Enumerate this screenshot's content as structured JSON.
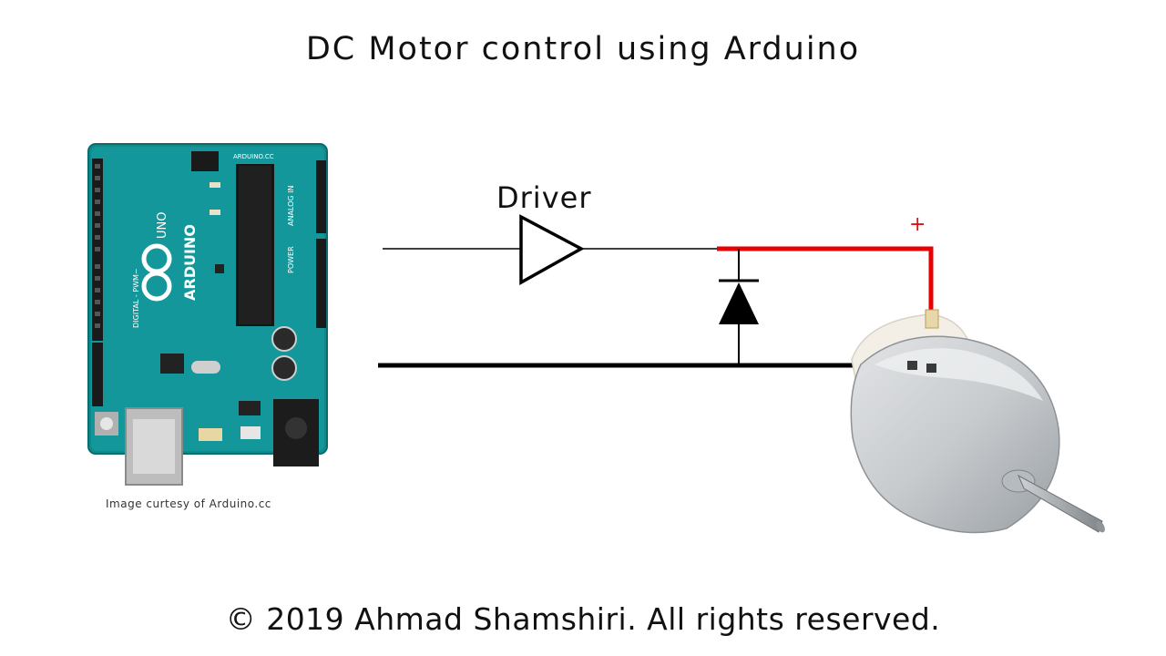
{
  "title": "DC Motor control using Arduino",
  "driver_label": "Driver",
  "polarity_label": "+",
  "image_credit": "Image curtesy of Arduino.cc",
  "footer": "© 2019 Ahmad Shamshiri. All rights reserved.",
  "arduino": {
    "brand": "ARDUINO",
    "model": "UNO",
    "digital_header_label": "DIGITAL - PWM~",
    "analog_header_label": "ANALOG IN",
    "power_header_label": "POWER",
    "site": "ARDUINO.CC"
  },
  "colors": {
    "positive_wire": "#e60000",
    "ground_wire": "#000000",
    "board": "#0f8c8c"
  }
}
